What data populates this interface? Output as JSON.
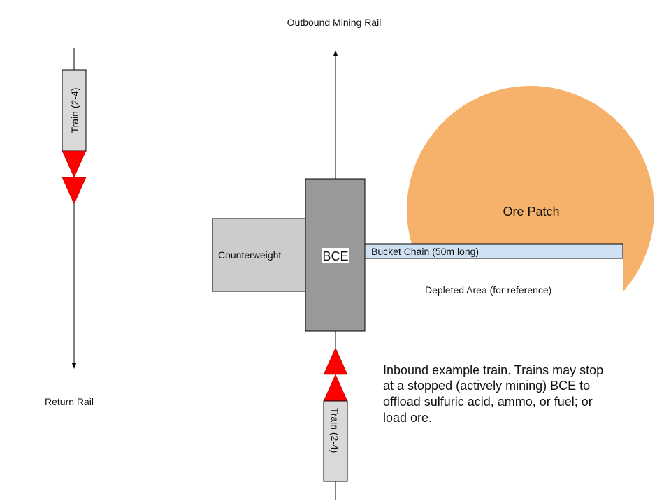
{
  "title": "Outbound Mining Rail",
  "return_rail_label": "Return Rail",
  "train_label_top": "Train (2-4)",
  "train_label_bottom": "Train (2-4)",
  "counterweight_label": "Counterweight",
  "bce_label": "BCE",
  "bucket_chain_label": "Bucket Chain (50m long)",
  "ore_patch_label": "Ore Patch",
  "depleted_label": "Depleted Area (for reference)",
  "inbound_note": [
    "Inbound example train. Trains may stop",
    "at a stopped (actively mining) BCE to",
    "offload sulfuric acid, ammo, or fuel; or",
    "load ore."
  ],
  "colors": {
    "ore": "#f6b26b",
    "chain": "#cfe2f3",
    "bce": "#999999",
    "counterweight": "#cccccc",
    "train": "#d9d9d9",
    "arrow": "#ff0000"
  }
}
